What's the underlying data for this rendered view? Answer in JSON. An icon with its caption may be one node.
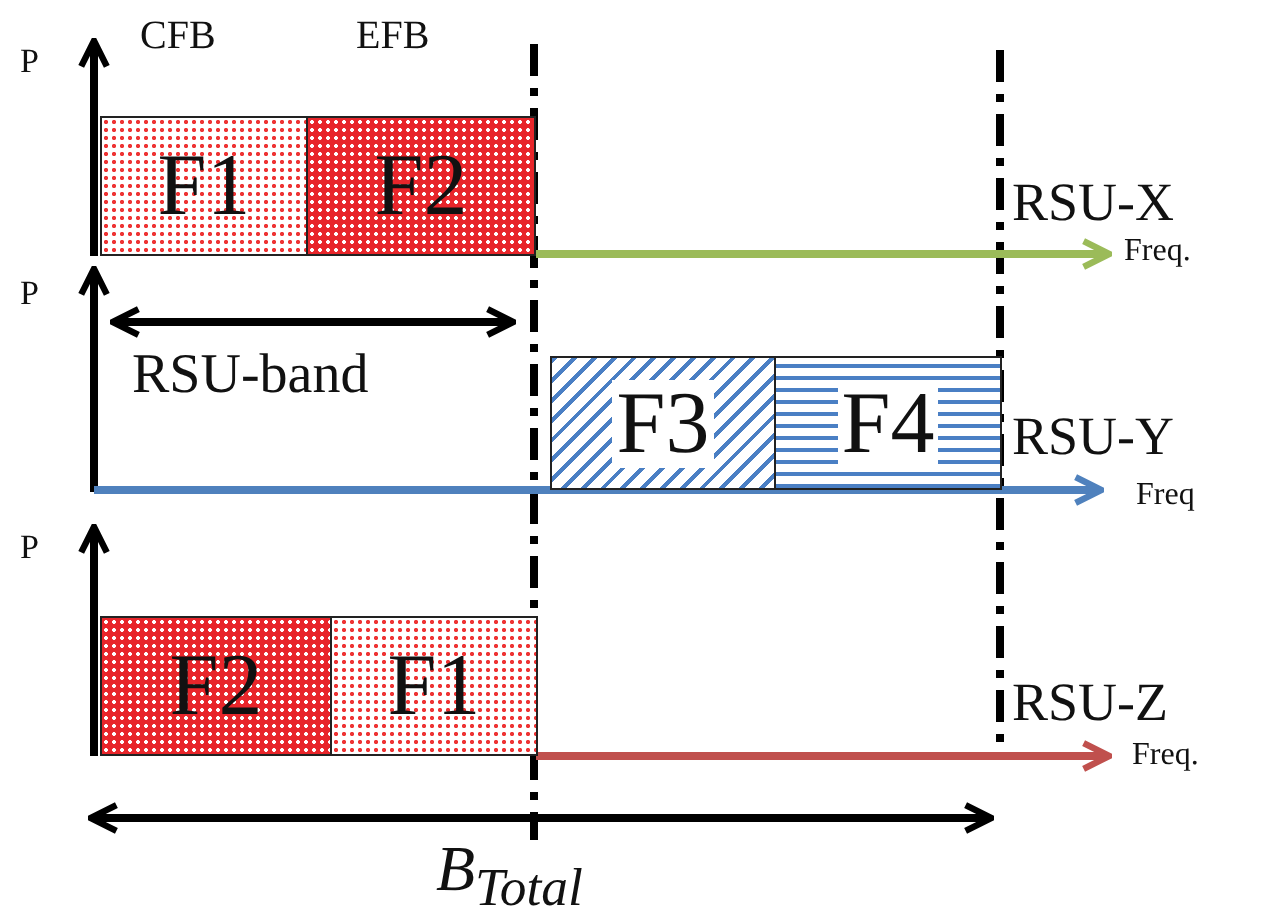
{
  "diagram": {
    "nodes": [
      {
        "text": [
          "F1"
        ]
      },
      {
        "text": [
          "F2"
        ]
      },
      {
        "text": [
          "F3"
        ]
      },
      {
        "text": [
          "F4"
        ]
      },
      {
        "text": [
          "F2"
        ]
      },
      {
        "text": [
          "F1"
        ]
      }
    ],
    "labels": [
      "P",
      "CFB",
      "EFB",
      "RSU-X",
      "Freq.",
      "P",
      "RSU-band",
      "RSU-Y",
      "Freq",
      "P",
      "RSU-Z",
      "Freq.",
      "B$_{Total}$"
    ]
  }
}
